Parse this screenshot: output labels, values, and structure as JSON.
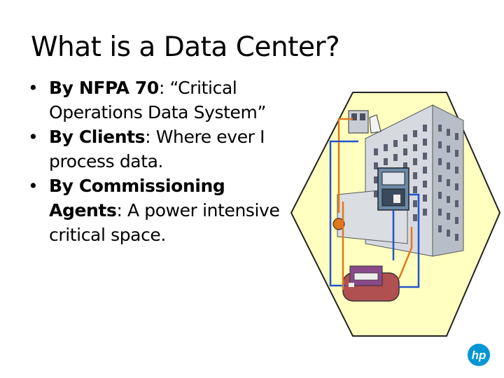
{
  "slide": {
    "title": "What is a Data Center?",
    "bullets": [
      {
        "bold": "By NFPA 70",
        "rest": ":  “Critical Operations Data System”"
      },
      {
        "bold": "By Clients",
        "rest": ": Where ever I process data."
      },
      {
        "bold": "By Commissioning Agents",
        "rest": ":  A  power intensive critical space."
      }
    ],
    "bullet_glyph": "•",
    "logo_text": "hp"
  },
  "colors": {
    "hexagon_fill": "#FFFFC0",
    "accent_blue": "#2255CC",
    "accent_orange": "#E07820",
    "generator": "#B05050",
    "logo": "#0096D6"
  }
}
